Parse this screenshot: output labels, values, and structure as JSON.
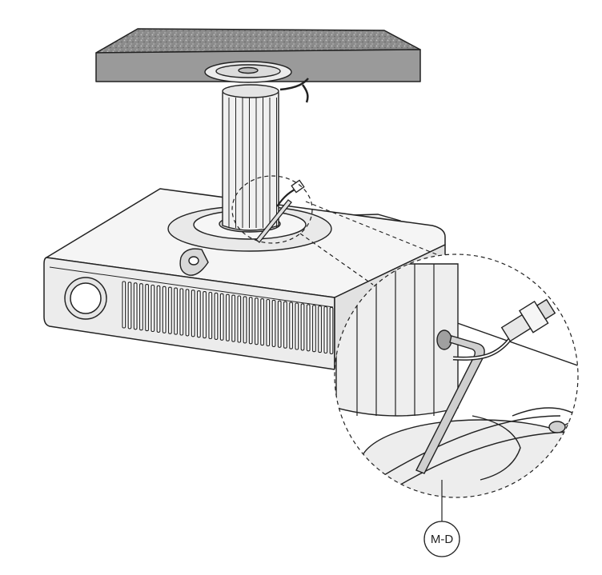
{
  "diagram": {
    "callout_label": "M-D",
    "colors": {
      "line": "#222222",
      "ceiling_fill": "#8f8f8f",
      "ceiling_front": "#9a9a9a",
      "light_fill": "#f2f2f2",
      "mid_fill": "#d0d0d0",
      "shadow_fill": "#b5b5b5",
      "background": "#ffffff"
    },
    "icons": [
      "ceiling-slab",
      "mount-pole",
      "projector",
      "hex-key",
      "vga-cable"
    ]
  }
}
